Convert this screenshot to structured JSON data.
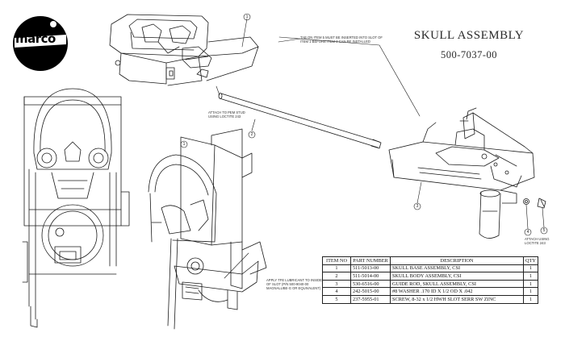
{
  "logo": {
    "text": "marco"
  },
  "title": {
    "line1": "SKULL ASSEMBLY",
    "line2": "500-7037-00"
  },
  "notes": {
    "top_slot": "TAB ON ITEM 5 MUST BE INSERTED INTO SLOT OF\nITEM 1 BEFORE ITEM 2 CAN BE INSTALLED",
    "pem_stud": "ATTACH TO PEM STUD\nUSING LOCTITE 243",
    "grease": "APPLY TFE LUBRICANT TO INSIDE\nOF SLOT (P/N 500-9040-00\nMAGNALUBE-G OR EQUIVALENT)",
    "loctite": "ATTACH USING\nLOCTITE 243"
  },
  "balloons": {
    "b1": "1",
    "b2": "2",
    "b3": "3",
    "b4": "4",
    "b5": "5",
    "b6": "1"
  },
  "bom": {
    "headers": [
      "ITEM NO",
      "PART NUMBER",
      "DESCRIPTION",
      "QTY"
    ],
    "rows": [
      {
        "item": "1",
        "part": "511-5013-00",
        "desc": "SKULL BASE ASSEMBLY, CSI",
        "qty": "1"
      },
      {
        "item": "2",
        "part": "511-5014-00",
        "desc": "SKULL BODY ASSEMBLY, CSI",
        "qty": "1"
      },
      {
        "item": "3",
        "part": "530-6516-00",
        "desc": "GUIDE ROD, SKULL ASSEMBLY, CSI",
        "qty": "1"
      },
      {
        "item": "4",
        "part": "242-5015-00",
        "desc": "#8 WASHER .170 ID X 1/2 OD X .042",
        "qty": "1"
      },
      {
        "item": "5",
        "part": "237-5955-01",
        "desc": "SCREW, 8-32 x 1/2 HWH SLOT SERR SW ZINC",
        "qty": "1"
      }
    ]
  }
}
